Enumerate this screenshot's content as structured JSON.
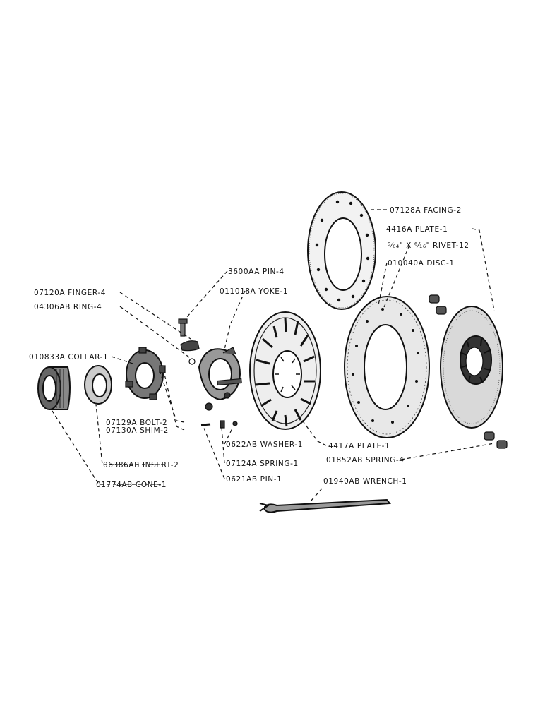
{
  "labels": {
    "facing": "07128A FACING-2",
    "plate_1": "4416A PLATE-1",
    "rivet": "⁹⁄₆₄\" X ⁶⁄₁₆\" RIVET-12",
    "disc": "010040A DISC-1",
    "pin_4": "3600AA PIN-4",
    "yoke": "011018A YOKE-1",
    "finger": "07120A FINGER-4",
    "ring": "04306AB RING-4",
    "collar": "010833A COLLAR-1",
    "bolt": "07129A BOLT-2",
    "shim": "07130A SHIM-2",
    "washer": "0622AB WASHER-1",
    "plate_2": "4417A PLATE-1",
    "spring_1": "07124A SPRING-1",
    "spring_4": "01852AB SPRING-4",
    "insert": "06386AB INSERT-2",
    "pin_1": "0621AB PIN-1",
    "wrench": "01940AB WRENCH-1",
    "cone": "01774AB CONE-1"
  }
}
